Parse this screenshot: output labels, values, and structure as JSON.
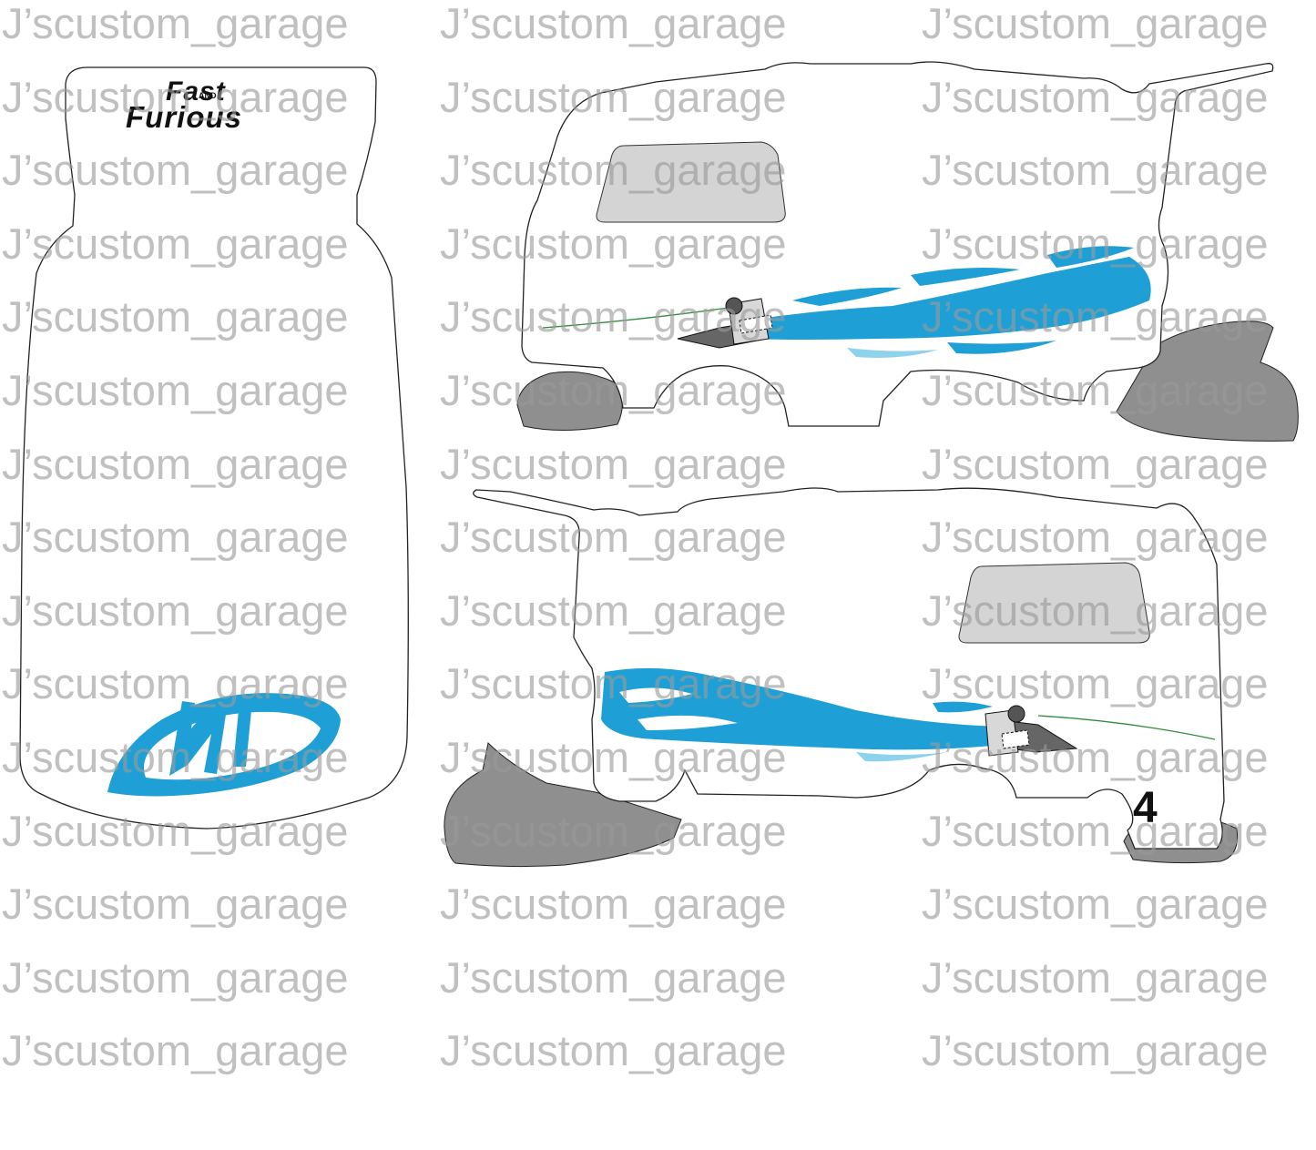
{
  "watermark": {
    "text": "J’scustom_garage"
  },
  "hood_decal": {
    "line1": "Fast",
    "line2": "AND",
    "line3": "Furious",
    "emblem": "mj-logo-icon"
  },
  "side_decal": {
    "number": "4"
  },
  "colors": {
    "accent_blue": "#1ea0d6",
    "window_gray": "#d4d4d4",
    "fender_gray": "#8f8f8f",
    "outline": "#222222",
    "antenna_green": "#2e8b3a",
    "watermark": "#9a9a9a"
  }
}
